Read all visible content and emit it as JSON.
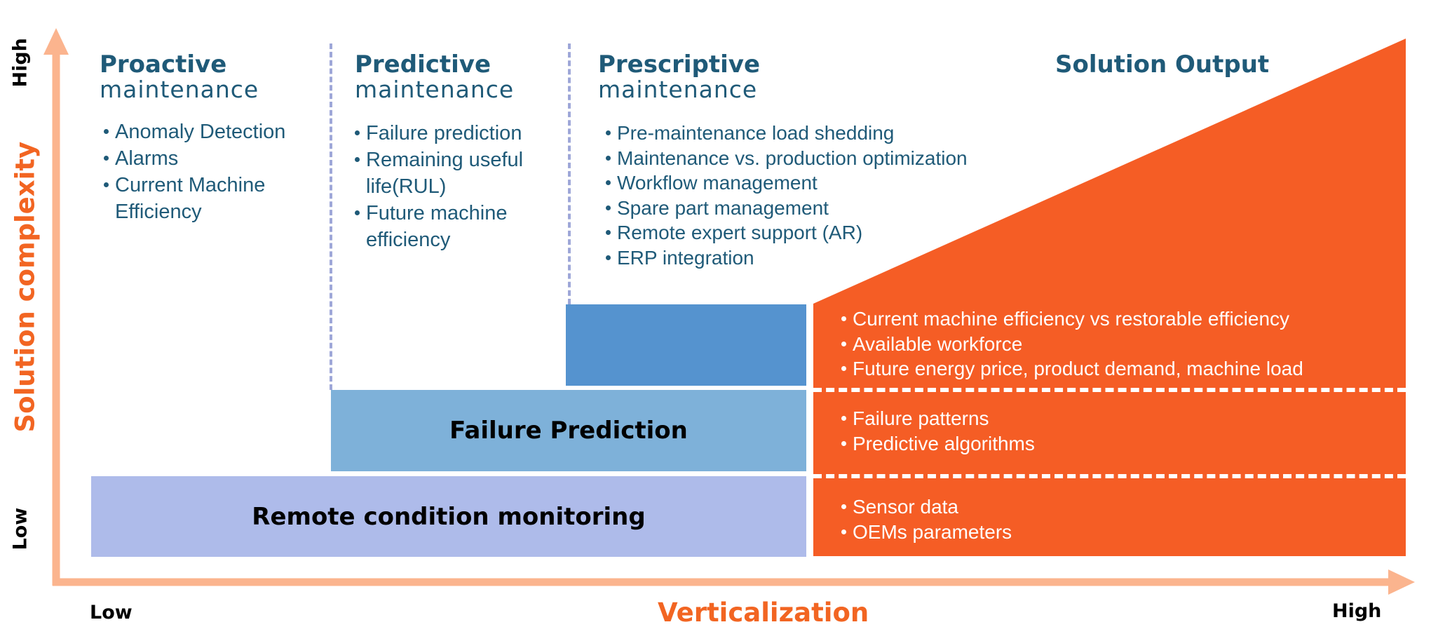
{
  "axes": {
    "y_title": "Solution complexity",
    "y_high": "High",
    "y_low": "Low",
    "x_title": "Verticalization",
    "x_low": "Low",
    "x_high": "High",
    "arrow_color": "#fbb48e"
  },
  "columns": [
    {
      "heading_strong": "Proactive",
      "heading_light": "maintenance",
      "items": [
        "Anomaly Detection",
        "Alarms",
        "Current Machine Efficiency"
      ]
    },
    {
      "heading_strong": "Predictive",
      "heading_light": "maintenance",
      "items": [
        "Failure prediction",
        "Remaining useful life(RUL)",
        "Future machine efficiency"
      ]
    },
    {
      "heading_strong": "Prescriptive",
      "heading_light": "maintenance",
      "items": [
        "Pre-maintenance load shedding",
        "Maintenance vs. production optimization",
        "Workflow management",
        "Spare part management",
        "Remote expert support (AR)",
        "ERP integration"
      ]
    }
  ],
  "blocks": {
    "remote_monitoring": {
      "label": "Remote condition monitoring",
      "color": "#aebbea"
    },
    "failure_prediction": {
      "label": "Failure Prediction",
      "color": "#7eb1d9"
    },
    "prescriptive": {
      "label": "",
      "color": "#5593cf"
    }
  },
  "output": {
    "title": "Solution Output",
    "color": "#f55d25",
    "tiers": [
      {
        "items": [
          "Current machine efficiency vs restorable efficiency",
          "Available workforce",
          "Future energy price, product demand, machine load"
        ]
      },
      {
        "items": [
          "Failure patterns",
          "Predictive algorithms"
        ]
      },
      {
        "items": [
          "Sensor data",
          "OEMs parameters"
        ]
      }
    ]
  },
  "colors": {
    "heading": "#1f5a78",
    "axis_title": "#f26522",
    "separator": "#9ea7d8"
  }
}
